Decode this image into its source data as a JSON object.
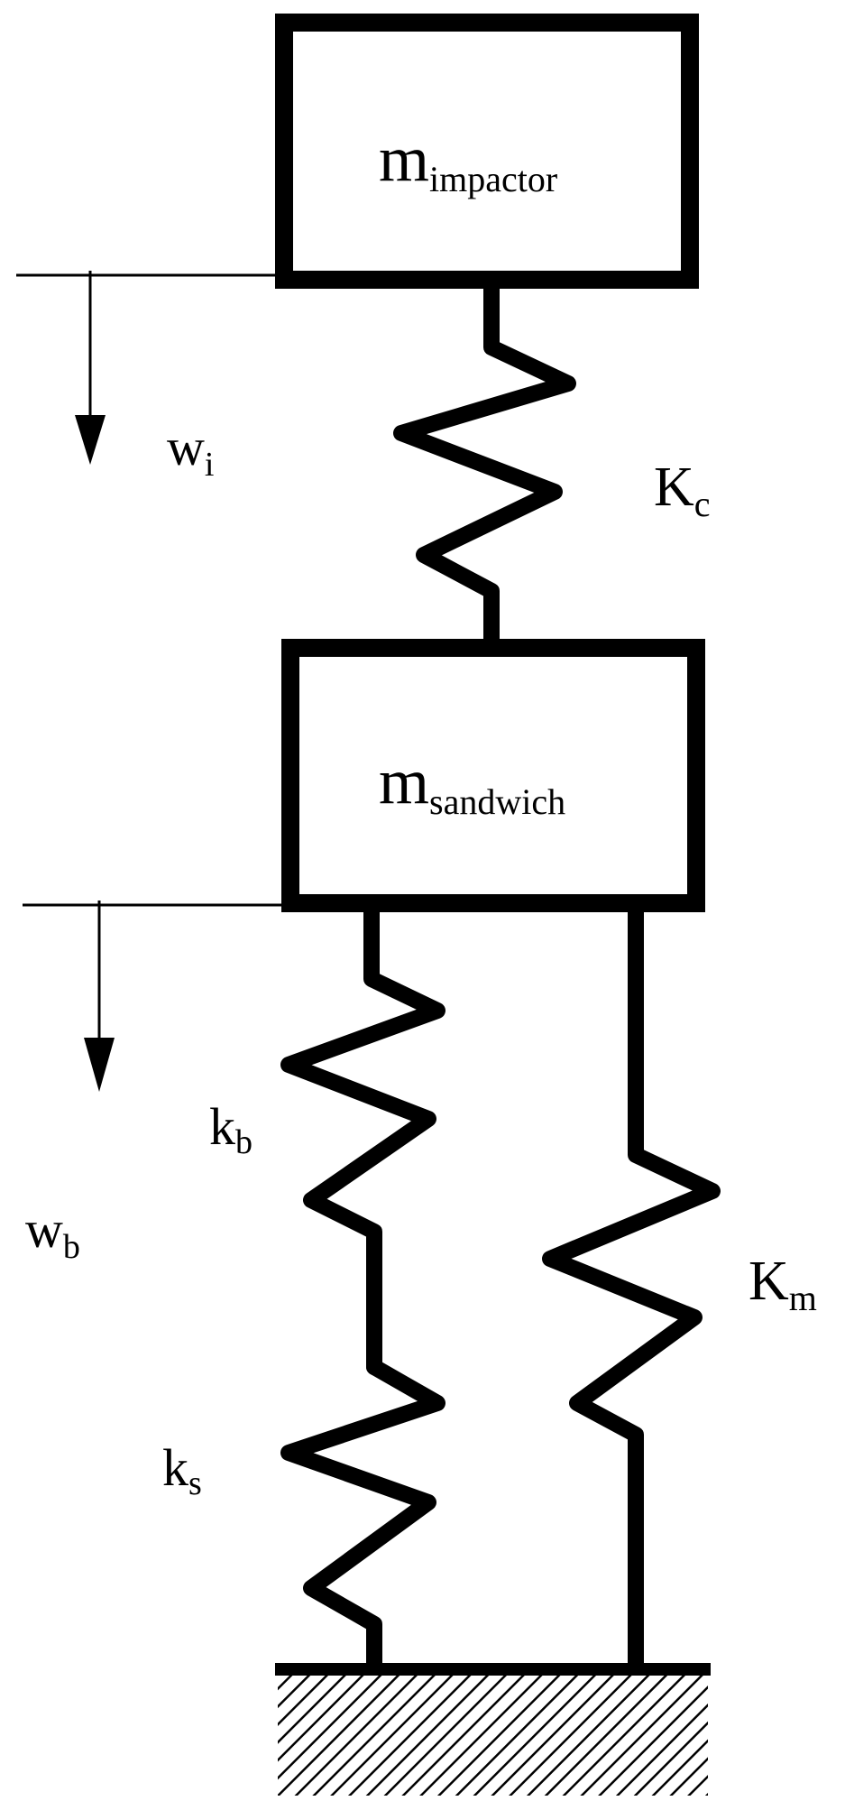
{
  "labels": {
    "impactor_mass": {
      "main": "m",
      "sub": "impactor"
    },
    "sandwich_mass": {
      "main": "m",
      "sub": "sandwich"
    },
    "contact_stiffness": {
      "main": "K",
      "sub": "c"
    },
    "bending_stiffness": {
      "main": "k",
      "sub": "b"
    },
    "shear_stiffness": {
      "main": "k",
      "sub": "s"
    },
    "membrane_stiffness": {
      "main": "K",
      "sub": "m"
    },
    "impactor_displacement": {
      "main": "w",
      "sub": "i"
    },
    "beam_displacement": {
      "main": "w",
      "sub": "b"
    }
  },
  "colors": {
    "line": "#000000",
    "background": "#ffffff"
  }
}
